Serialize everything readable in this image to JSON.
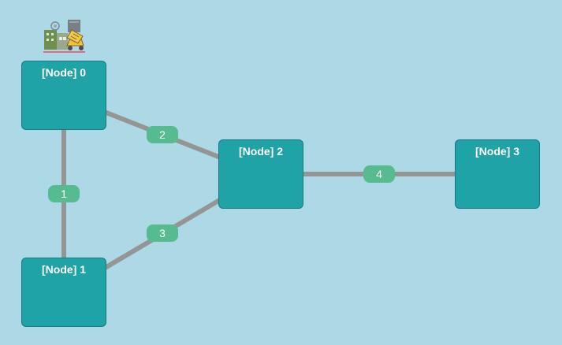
{
  "diagram": {
    "nodes": [
      {
        "id": "n0",
        "label": "[Node] 0"
      },
      {
        "id": "n1",
        "label": "[Node] 1"
      },
      {
        "id": "n2",
        "label": "[Node] 2"
      },
      {
        "id": "n3",
        "label": "[Node] 3"
      }
    ],
    "edges": [
      {
        "id": "e1",
        "from": "n0",
        "to": "n1",
        "label": "1"
      },
      {
        "id": "e2",
        "from": "n0",
        "to": "n2",
        "label": "2"
      },
      {
        "id": "e3",
        "from": "n1",
        "to": "n2",
        "label": "3"
      },
      {
        "id": "e4",
        "from": "n2",
        "to": "n3",
        "label": "4"
      }
    ],
    "icon": {
      "name": "factory-icon"
    },
    "colors": {
      "background": "#add8e6",
      "node_fill": "#1fa3a7",
      "node_border": "#157c80",
      "edge_line": "#959595",
      "edge_label_fill": "#56bc8f",
      "text": "#ffffff"
    }
  }
}
